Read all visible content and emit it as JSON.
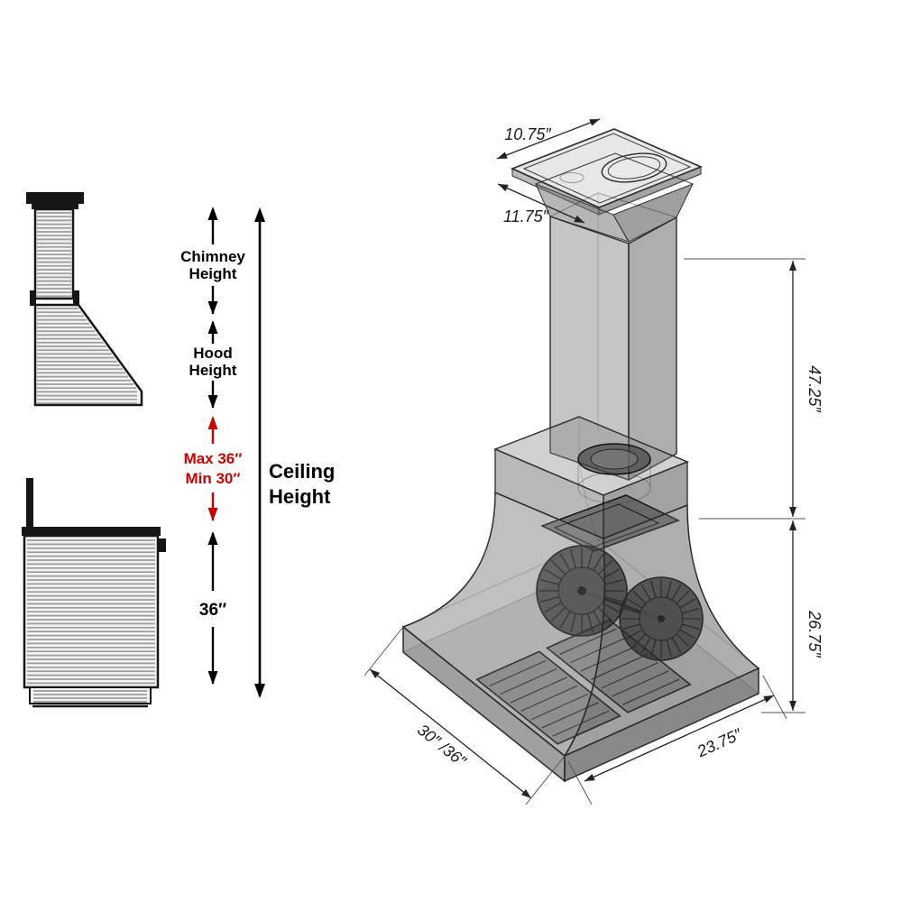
{
  "legend": {
    "chimney_l1": "Chimney",
    "chimney_l2": "Height",
    "hood_l1": "Hood",
    "hood_l2": "Height",
    "max": "Max 36″",
    "min": "Min 30″",
    "ceiling_l1": "Ceiling",
    "ceiling_l2": "Height",
    "clearance": "36″"
  },
  "iso_dims": {
    "top_width": "10.75″",
    "top_depth": "11.75″",
    "upper_height": "47.25″",
    "lower_height": "26.75″",
    "width": "30″ /36″",
    "depth": "23.75″"
  },
  "colors": {
    "accent_red": "#cc0000",
    "ink": "#000000",
    "dim_line": "#222222"
  }
}
